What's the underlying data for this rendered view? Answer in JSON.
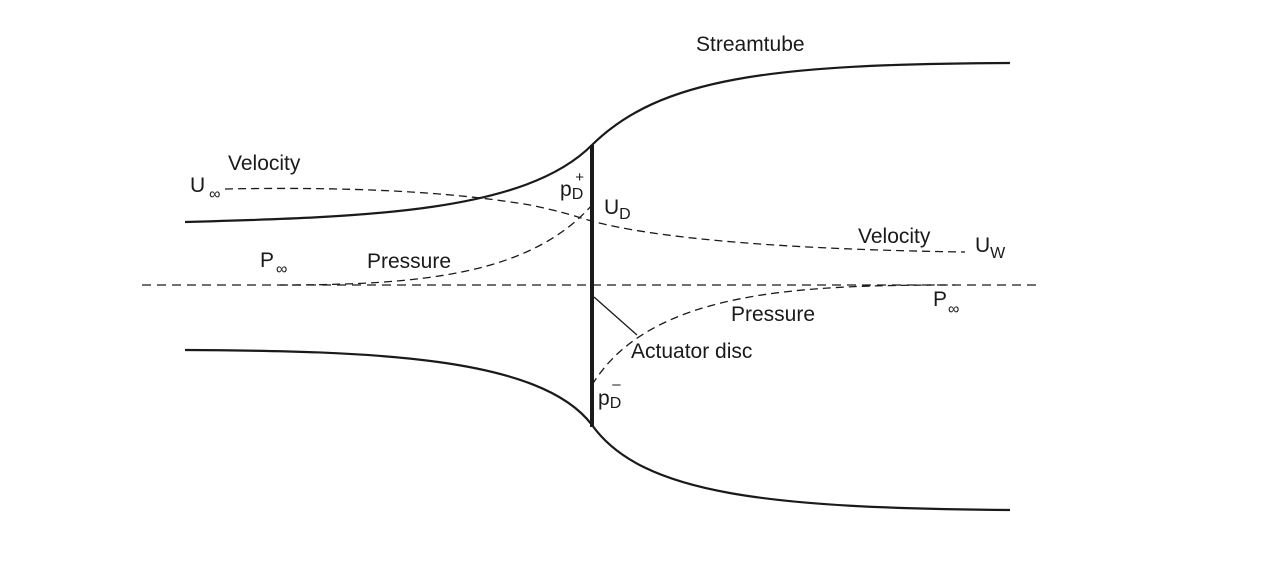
{
  "labels": {
    "streamtube": "Streamtube",
    "velocity_upstream": "Velocity",
    "velocity_downstream": "Velocity",
    "pressure_upstream": "Pressure",
    "pressure_downstream": "Pressure",
    "actuator_disc": "Actuator disc",
    "u_inf": {
      "main": "U",
      "sub": "∞"
    },
    "p_inf_left": {
      "main": "P",
      "sub": "∞"
    },
    "p_inf_right": {
      "main": "P",
      "sub": "∞"
    },
    "u_d": {
      "main": "U",
      "sub": "D"
    },
    "u_w": {
      "main": "U",
      "sub": "W"
    },
    "p_d_plus": {
      "main": "p",
      "sub": "D",
      "sup": "+"
    },
    "p_d_minus": {
      "main": "p",
      "sub": "D",
      "sup": "–"
    }
  },
  "colors": {
    "line": "#1a1a1a",
    "background": "#ffffff"
  }
}
